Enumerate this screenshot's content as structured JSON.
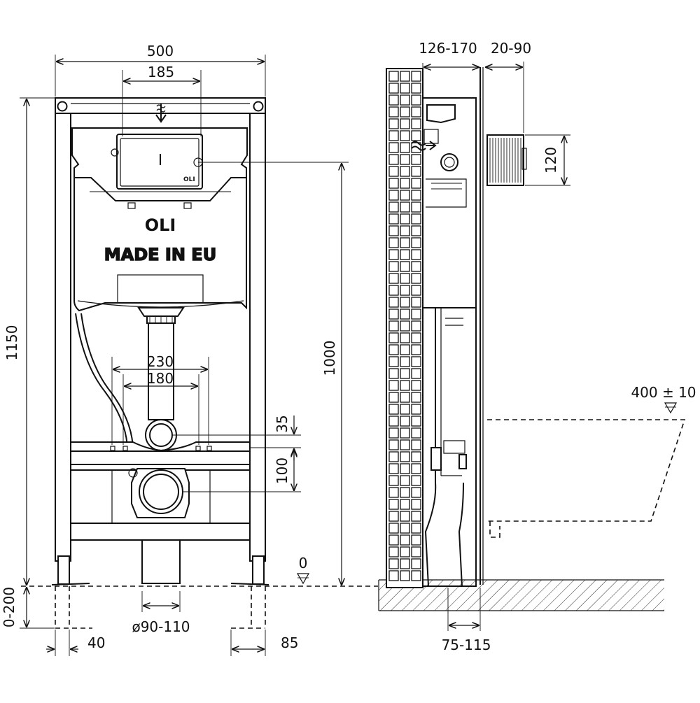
{
  "brand": {
    "logo": "OLI",
    "made_in": "MADE IN EU",
    "plate_logo": "OLI"
  },
  "dimensions": {
    "frame_width": "500",
    "plate_width": "185",
    "total_height": "1150",
    "plate_height": "1000",
    "fixing_spacing_outer": "230",
    "fixing_spacing_inner": "180",
    "inlet_offset": "35",
    "outlet_offset": "100",
    "leg_adjust": "0-200",
    "drain_diameter": "ø90-110",
    "foot_left": "40",
    "foot_right": "85",
    "wall_depth": "126-170",
    "plate_projection": "20-90",
    "flush_box_height": "120",
    "bowl_height": "400 ± 10",
    "floor_level": "0",
    "outlet_depth": "75-115"
  }
}
